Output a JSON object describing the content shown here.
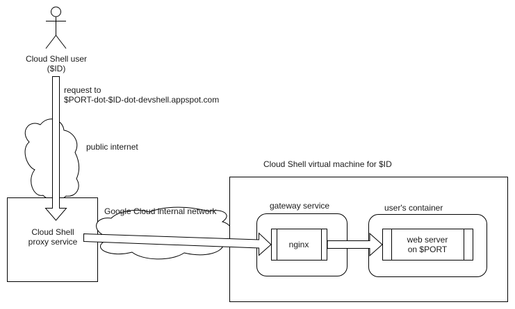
{
  "actor": {
    "label_line1": "Cloud Shell user",
    "label_line2": "($ID)",
    "icon": "stick-figure-icon"
  },
  "request": {
    "line1": "request to",
    "line2": "$PORT-dot-$ID-dot-devshell.appspot.com"
  },
  "public_cloud": {
    "label": "public internet",
    "icon": "cloud-icon"
  },
  "proxy": {
    "line1": "Cloud Shell",
    "line2": "proxy service"
  },
  "internal_cloud": {
    "label": "Google Cloud internal network",
    "icon": "cloud-icon"
  },
  "vm": {
    "label": "Cloud Shell virtual machine for $ID"
  },
  "gateway": {
    "label": "gateway service",
    "process": "nginx"
  },
  "container": {
    "label": "user's container",
    "process_line1": "web server",
    "process_line2": "on $PORT"
  }
}
